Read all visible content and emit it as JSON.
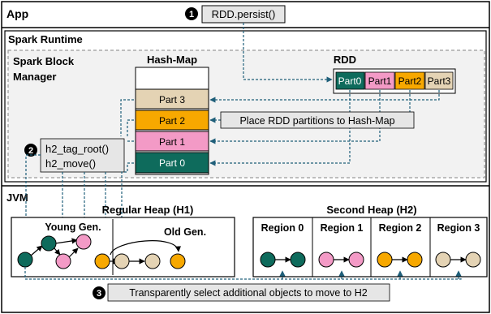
{
  "sections": {
    "app": "App",
    "runtime": "Spark Runtime",
    "block_manager_line1": "Spark Block",
    "block_manager_line2": "Manager",
    "jvm": "JVM"
  },
  "steps": {
    "step1_badge": "1",
    "step1_label": "RDD.persist()",
    "step2_badge": "2",
    "step2_line1": "h2_tag_root()",
    "step2_line2": "h2_move()",
    "step3_badge": "3",
    "step3_label": "Transparently select additional objects to move to H2",
    "place_label": "Place RDD partitions to Hash-Map"
  },
  "hashmap": {
    "title": "Hash-Map",
    "slots": [
      "Part 3",
      "Part 2",
      "Part 1",
      "Part 0"
    ]
  },
  "rdd": {
    "title": "RDD",
    "parts": [
      "Part0",
      "Part1",
      "Part2",
      "Part3"
    ]
  },
  "heap1": {
    "title": "Regular Heap (H1)",
    "young": "Young Gen.",
    "old": "Old Gen."
  },
  "heap2": {
    "title": "Second Heap (H2)",
    "regions": [
      "Region 0",
      "Region 1",
      "Region 2",
      "Region 3"
    ]
  },
  "colors": {
    "part0": "#0e6b5c",
    "part1": "#f39ac6",
    "part2": "#f7a800",
    "part3": "#e4d3b4",
    "panel_fill": "#f2f2f2",
    "label_fill": "#e6e6e6",
    "dashed_border": "#9a9a9a"
  }
}
